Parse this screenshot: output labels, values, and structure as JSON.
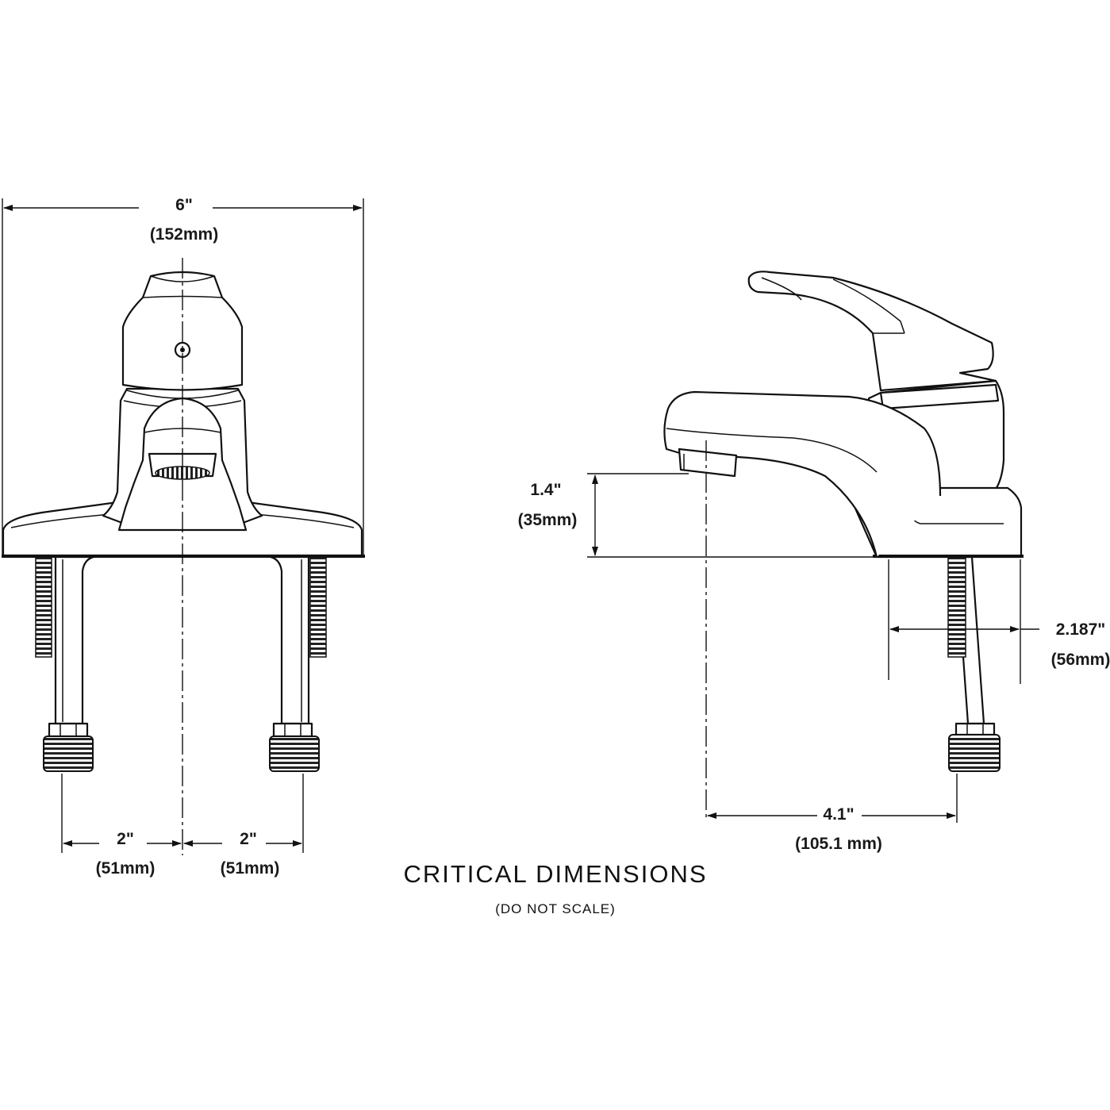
{
  "dimensions": {
    "overall_width": {
      "imperial": "6\"",
      "metric": "(152mm)"
    },
    "left_offset": {
      "imperial": "2\"",
      "metric": "(51mm)"
    },
    "right_offset": {
      "imperial": "2\"",
      "metric": "(51mm)"
    },
    "spout_height": {
      "imperial": "1.4\"",
      "metric": "(35mm)"
    },
    "base_depth": {
      "imperial": "2.187\"",
      "metric": "(56mm)"
    },
    "spout_reach": {
      "imperial": "4.1\"",
      "metric": "(105.1 mm)"
    }
  },
  "caption": {
    "title": "CRITICAL DIMENSIONS",
    "subtitle": "(DO NOT SCALE)"
  }
}
